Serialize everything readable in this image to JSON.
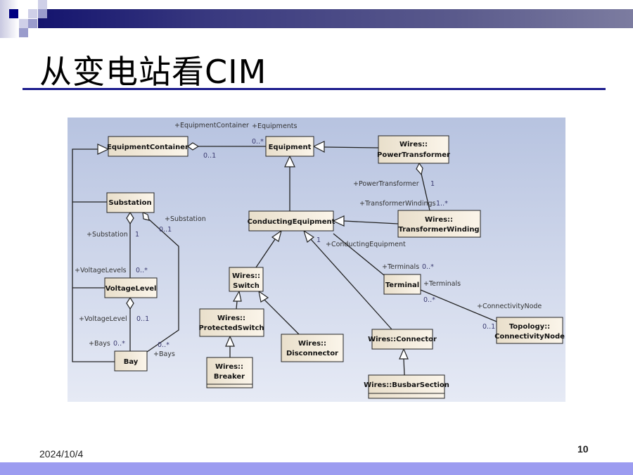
{
  "slide": {
    "title": "从变电站看CIM",
    "date": "2024/10/4",
    "page_number": "10",
    "colors": {
      "header_bar": "#14146e",
      "underline": "#1a1a8c",
      "footer_bar": "#9c9cf0",
      "class_fill": "#f3ebdc"
    }
  },
  "diagram": {
    "classes": {
      "equipment_container": [
        "EquipmentContainer"
      ],
      "equipment": [
        "Equipment"
      ],
      "power_transformer": [
        "Wires::",
        "PowerTransformer"
      ],
      "substation": [
        "Substation"
      ],
      "conducting_equipment": [
        "ConductingEquipment"
      ],
      "transformer_winding": [
        "Wires::",
        "TransformerWinding"
      ],
      "switch": [
        "Wires::",
        "Switch"
      ],
      "voltage_level": [
        "VoltageLevel"
      ],
      "terminal": [
        "Terminal"
      ],
      "protected_switch": [
        "Wires::",
        "ProtectedSwitch"
      ],
      "disconnector": [
        "Wires::",
        "Disconnector"
      ],
      "connector": [
        "Wires::Connector"
      ],
      "connectivity_node": [
        "Topology::",
        "ConnectivityNode"
      ],
      "bay": [
        "Bay"
      ],
      "breaker": [
        "Wires::",
        "Breaker"
      ],
      "busbar_section": [
        "Wires::BusbarSection"
      ]
    },
    "labels": [
      "+EquipmentContainer",
      "+Equipments",
      "0..*",
      "0..1",
      "+PowerTransformer",
      "1",
      "+TransformerWindings",
      "1..*",
      "+Substation",
      "0..1",
      "+Substation",
      "1",
      "1",
      "+ConductingEquipment",
      "+VoltageLevels",
      "0..*",
      "+Terminals",
      "0..*",
      "+Terminals",
      "0..*",
      "+ConnectivityNode",
      "0..1",
      "+VoltageLevel",
      "0..1",
      "+Bays",
      "0..*",
      "0..*",
      "+Bays"
    ]
  }
}
